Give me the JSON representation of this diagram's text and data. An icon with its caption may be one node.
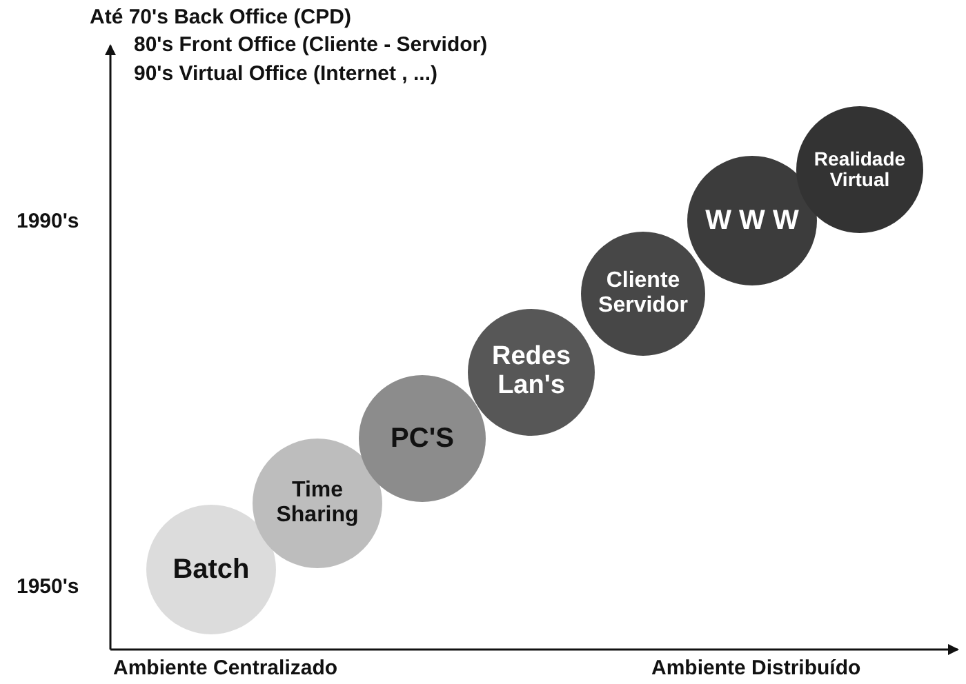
{
  "diagram": {
    "nodes": [
      {
        "text": [
          "Batch"
        ]
      },
      {
        "text": [
          "Time Sharing"
        ]
      },
      {
        "text": [
          "PC'S"
        ]
      },
      {
        "text": [
          "Redes Lan's"
        ]
      },
      {
        "text": [
          "Cliente Servidor"
        ]
      },
      {
        "text": [
          "W W W"
        ]
      },
      {
        "text": [
          "Realidade Virtual"
        ]
      }
    ],
    "labels": [
      "Até 70's Back Office (CPD)",
      "80's Front Office (Cliente - Servidor)",
      "90's Virtual Office (Internet , ...)",
      "1990's",
      "1950's",
      "Ambiente Centralizado",
      "Ambiente Distribuído"
    ]
  }
}
